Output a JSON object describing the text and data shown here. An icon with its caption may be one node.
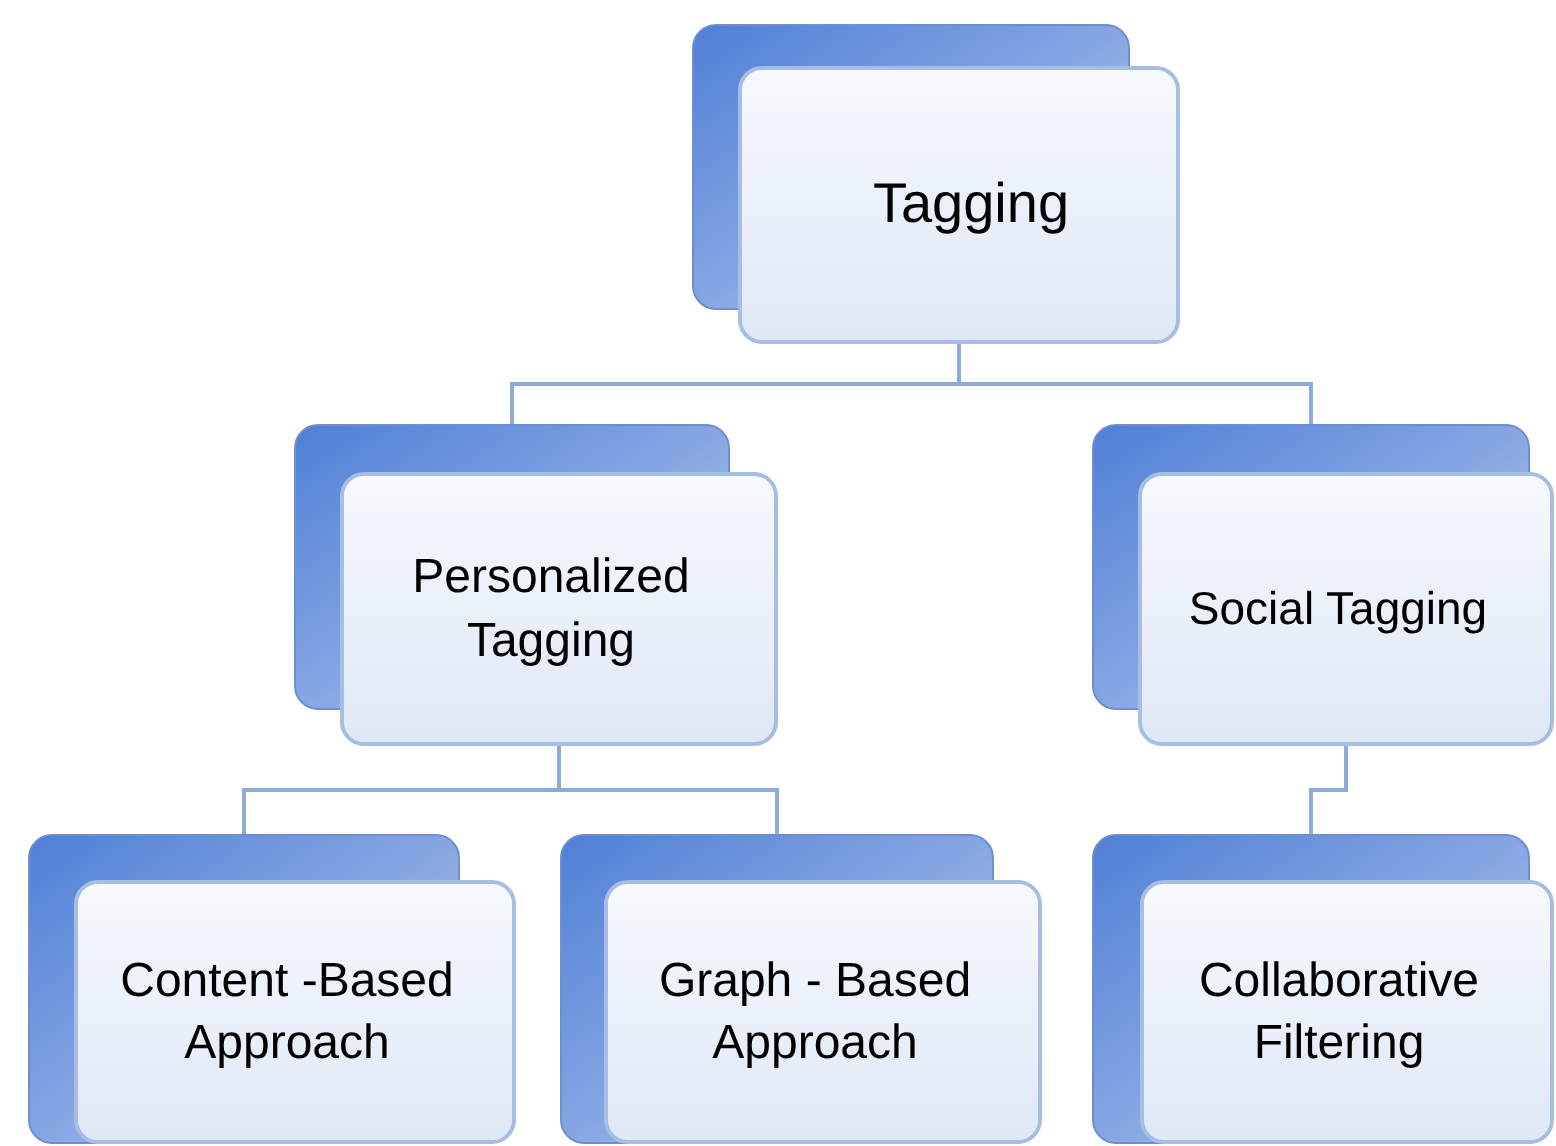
{
  "diagram": {
    "nodes": [
      {
        "text": [
          "Tagging"
        ]
      },
      {
        "text": [
          "Personalized Tagging"
        ]
      },
      {
        "text": [
          "Social Tagging"
        ]
      },
      {
        "text": [
          "Content -Based Approach"
        ]
      },
      {
        "text": [
          "Graph - Based Approach"
        ]
      },
      {
        "text": [
          "Collaborative Filtering"
        ]
      }
    ],
    "edges": [
      {
        "from": 0,
        "to": 1,
        "arrow": "none"
      },
      {
        "from": 0,
        "to": 2,
        "arrow": "none"
      },
      {
        "from": 1,
        "to": 3,
        "arrow": "none"
      },
      {
        "from": 1,
        "to": 4,
        "arrow": "none"
      },
      {
        "from": 2,
        "to": 5,
        "arrow": "none"
      }
    ]
  }
}
